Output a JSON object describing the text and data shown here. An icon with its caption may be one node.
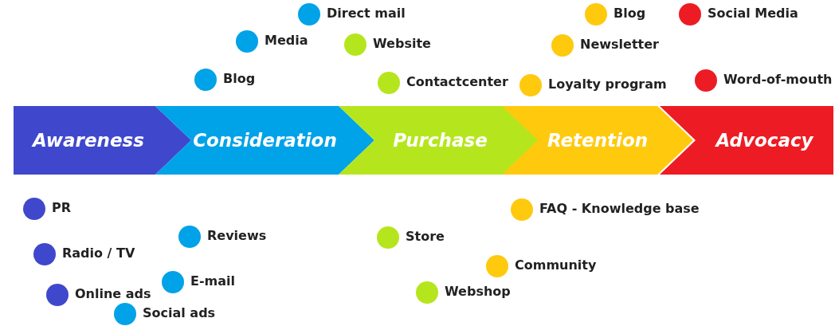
{
  "diagram": {
    "nodes": [
      {
        "text": [
          "Awareness"
        ]
      },
      {
        "text": [
          "Consideration"
        ]
      },
      {
        "text": [
          "Purchase"
        ]
      },
      {
        "text": [
          "Retention"
        ]
      },
      {
        "text": [
          "Advocacy"
        ]
      }
    ],
    "legend": [
      {
        "text": "Direct mail",
        "color": "#00a2e8"
      },
      {
        "text": "Blog",
        "color": "#ffc90e"
      },
      {
        "text": "Social Media",
        "color": "#ed1c24"
      },
      {
        "text": "Media",
        "color": "#00a2e8"
      },
      {
        "text": "Website",
        "color": "#b5e61d"
      },
      {
        "text": "Newsletter",
        "color": "#ffc90e"
      },
      {
        "text": "Blog",
        "color": "#00a2e8"
      },
      {
        "text": "Contactcenter",
        "color": "#b5e61d"
      },
      {
        "text": "Loyalty program",
        "color": "#ffc90e"
      },
      {
        "text": "Word-of-mouth",
        "color": "#ed1c24"
      },
      {
        "text": "PR",
        "color": "#3f48cc"
      },
      {
        "text": "FAQ - Knowledge base",
        "color": "#ffc90e"
      },
      {
        "text": "Reviews",
        "color": "#00a2e8"
      },
      {
        "text": "Store",
        "color": "#b5e61d"
      },
      {
        "text": "Radio / TV",
        "color": "#3f48cc"
      },
      {
        "text": "Community",
        "color": "#ffc90e"
      },
      {
        "text": "E-mail",
        "color": "#00a2e8"
      },
      {
        "text": "Webshop",
        "color": "#b5e61d"
      },
      {
        "text": "Online ads",
        "color": "#3f48cc"
      },
      {
        "text": "Social ads",
        "color": "#00a2e8"
      }
    ]
  }
}
